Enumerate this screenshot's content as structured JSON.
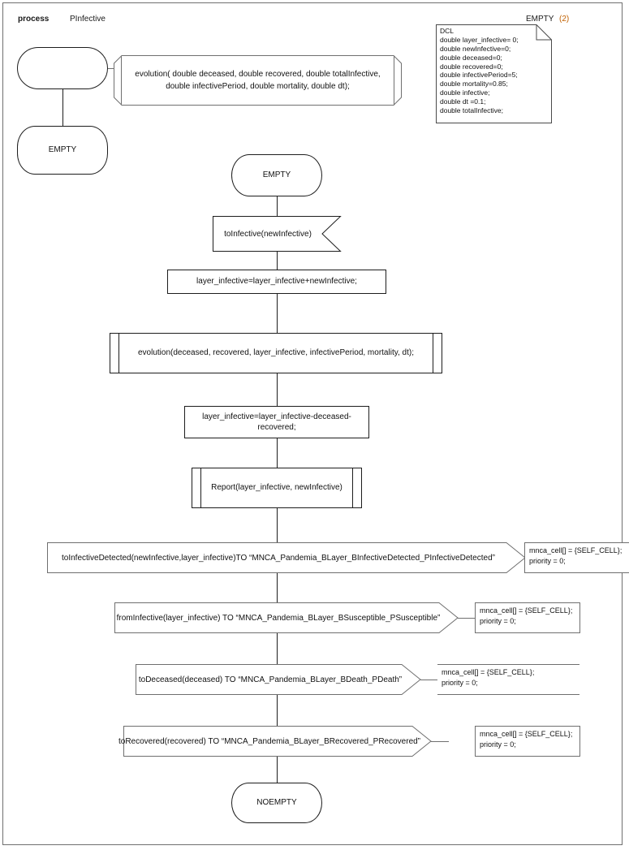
{
  "header": {
    "kind": "process",
    "name": "PInfective",
    "page_label": "EMPTY",
    "page_number": "(2)"
  },
  "declaration": {
    "title": "DCL",
    "text": "DCL\ndouble layer_infective= 0;\ndouble newInfective=0;\ndouble deceased=0;\ndouble recovered=0;\ndouble infectivePeriod=5;\ndouble mortality=0.85;\ndouble infective;\ndouble dt =0.1;\ndouble totalInfective;"
  },
  "procedure_declaration": {
    "line1": "evolution( double deceased, double recovered, double totalInfective,",
    "line2": "double infectivePeriod, double mortality, double dt);"
  },
  "init_branch": {
    "start_label": "",
    "state_label": "EMPTY"
  },
  "flow": {
    "state_start": "EMPTY",
    "input": "toInfective(newInfective)",
    "task1": "layer_infective=layer_infective+newInfective;",
    "proc_call1": "evolution(deceased, recovered, layer_infective, infectivePeriod, mortality, dt);",
    "task2": "layer_infective=layer_infective-deceased-recovered;",
    "proc_call2": "Report(layer_infective, newInfective)",
    "output1": "toInfectiveDetected(newInfective,layer_infective)TO “MNCA_Pandemia_BLayer_BInfectiveDetected_PInfectiveDetected”",
    "output2": "fromInfective(layer_infective) TO “MNCA_Pandemia_BLayer_BSusceptible_PSusceptible”",
    "output3": "toDeceased(deceased) TO “MNCA_Pandemia_BLayer_BDeath_PDeath”",
    "output4": "toRecovered(recovered) TO “MNCA_Pandemia_BLayer_BRecovered_PRecovered”",
    "state_end": "NOEMPTY"
  },
  "comments": {
    "c1": "mnca_cell[] = {SELF_CELL};\npriority = 0;",
    "c2": "mnca_cell[] = {SELF_CELL};\npriority = 0;",
    "c3": "mnca_cell[] = {SELF_CELL};\npriority = 0;",
    "c4": "mnca_cell[] = {SELF_CELL};\npriority = 0;"
  },
  "colors": {
    "line": "#1d1d1d",
    "line_gray": "#6f6f6f",
    "accent": "#c06000",
    "text": "#111111",
    "background": "#ffffff"
  }
}
